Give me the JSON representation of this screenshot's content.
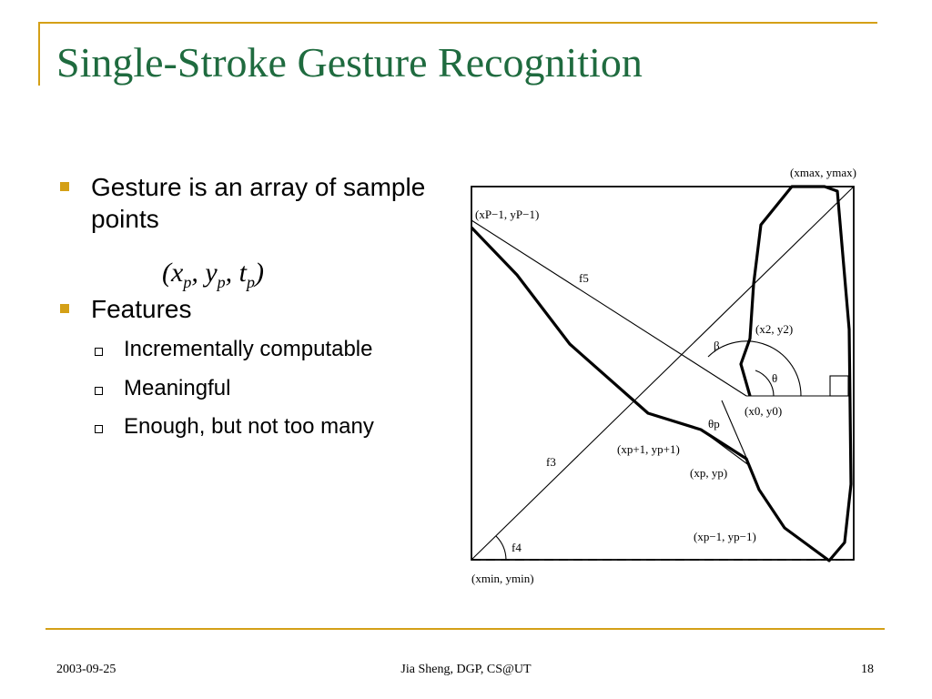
{
  "slide": {
    "title": "Single-Stroke Gesture Recognition",
    "bullets": [
      {
        "text": "Gesture is an array of sample points"
      },
      {
        "text": "Features"
      }
    ],
    "formula": "(x_p, y_p, t_p)",
    "sub_bullets": [
      {
        "text": "Incrementally computable"
      },
      {
        "text": "Meaningful"
      },
      {
        "text": "Enough, but not too many"
      }
    ]
  },
  "diagram_labels": {
    "max_point": "(xmax, ymax)",
    "p_minus_1_top": "(xP−1, yP−1)",
    "f5": "f5",
    "x2y2": "(x2, y2)",
    "beta": "β",
    "theta": "θ",
    "x0y0": "(x0, y0)",
    "theta_p": "θp",
    "p_plus_1": "(xp+1, yp+1)",
    "f3": "f3",
    "p_point": "(xp, yp)",
    "p_minus_1_bottom": "(xp−1, yp−1)",
    "f4": "f4",
    "min_point": "(xmin, ymin)"
  },
  "footer": {
    "date": "2003-09-25",
    "author": "Jia Sheng, DGP, CS@UT",
    "page": "18"
  },
  "colors": {
    "accent": "#d4a017",
    "title": "#1f6b3f"
  }
}
